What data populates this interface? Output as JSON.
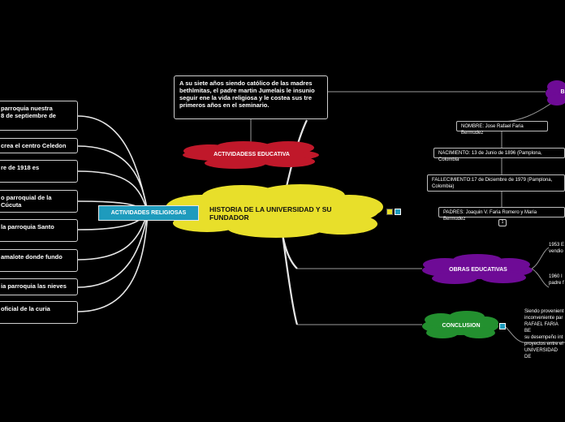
{
  "central": {
    "title": "HISTORIA DE LA UNIVERSIDAD Y SU FUNDADOR"
  },
  "educativa": {
    "label": "ACTIVIDADESS EDUCATIVA",
    "note": "A su siete años siendo católico de las madres bethlmitas, el padre martin Jumelais le insunio seguir ene la vida religiosa y le costea sus tre primeros años en el seminario."
  },
  "religiosas": {
    "label": "ACTIVIDADES RELIGIOSAS",
    "items": [
      "parroquia nuestra\n8 de septiembre de",
      "crea el centro  Celedon",
      "re de 1918 es",
      "o parroquial de la\n Cúcuta",
      "la parroquia Santo",
      "amalote donde fundo",
      "ia parroquia las nieves",
      "oficial de la curia"
    ]
  },
  "biografia": {
    "nombre": "NOMBRE: Jose Rafael Faria Bermudez",
    "nacimiento": "NACIMIENTO: 13 de Junio de 1896 (Pamplona, Colombia",
    "fallecimiento": "FALLECIMIENTO:17 de Diciembre de 1979 (Pamplona,\nColombia)",
    "padres": "PADRES: Joaquin V. Faria Romero y Maria Bermudez",
    "badge": "1",
    "bubble_fragment": "B"
  },
  "obras": {
    "label": "OBRAS EDUCATIVAS",
    "items": [
      "1953 E\nvendio",
      "1960 I\npadre f"
    ]
  },
  "conclusion": {
    "label": "CONCLUSION",
    "text": "Siendo provenient\ninconveniente par\nRAFAEL FARIA BE\nsu desempeño int\nproyectos entre el\nUNIVERSIDAD DE"
  },
  "colors": {
    "central": "#e8df2a",
    "educativa": "#c0182a",
    "obras": "#6e0b96",
    "conclusion": "#23902f",
    "tag": "#1e9bbd"
  },
  "icons": [
    "notes-icon",
    "link-icon"
  ]
}
